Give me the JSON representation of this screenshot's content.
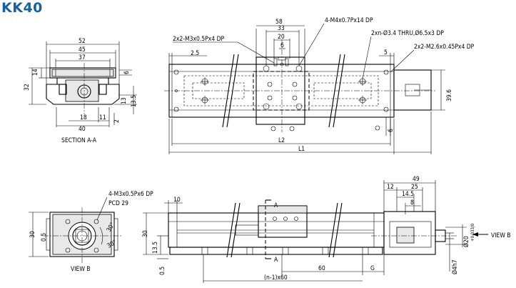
{
  "title": "KK40",
  "section_label": "SECTION A-A",
  "view_label": "VIEW B",
  "view_arrow_label": "VIEW B",
  "section_letter": "A",
  "notes": {
    "m4_holes": "4-M4x0.7Px14 DP",
    "m3_end_top": "2x2-M3x0.5Px4 DP",
    "thru_holes": "2xn-Ø3.4 THRU,Ø6.5x3 DP",
    "m2_holes": "2x2-M2.6x0.45Px4 DP",
    "m3_view_b": "4-M3x0.5Px6 DP",
    "pcd": "PCD  29"
  },
  "section_dims": {
    "w52": "52",
    "w45": "45",
    "w37": "37",
    "h14": "14",
    "h32": "32",
    "h6": "6",
    "h13": "13",
    "h13_5": "13.5",
    "w18": "18",
    "w11": "11",
    "w40": "40",
    "h2": "2"
  },
  "top_view_dims": {
    "w58": "58",
    "w33": "33",
    "w20": "20",
    "w6": "6",
    "d2_5": "2.5",
    "d5": "5",
    "h39_6": "39.6",
    "d6": "6",
    "L2": "L2",
    "L1": "L1"
  },
  "view_b_dims": {
    "h30": "30",
    "h0_5": "0.5",
    "a30a": "30°",
    "a30b": "30°"
  },
  "side_view_dims": {
    "w10": "10",
    "h30": "30",
    "h13_5": "13.5",
    "h0_5": "0.5",
    "w49": "49",
    "w12": "12",
    "w25": "25",
    "w14_5": "14.5",
    "w8": "8",
    "d20": "Ø20",
    "tol": "+0.033/0",
    "d4": "Ø4h7",
    "p60": "60",
    "G": "G",
    "pitch": "(n-1)x60"
  }
}
